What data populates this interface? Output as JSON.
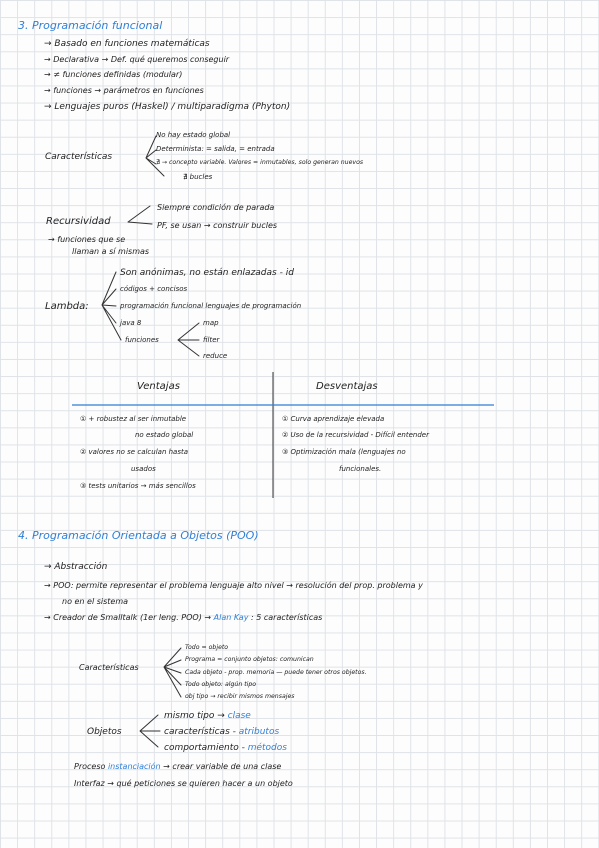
{
  "section3": {
    "title": "3. Programación funcional",
    "bullets": [
      "→ Basado en funciones matemáticas",
      "→ Declarativa → Def. qué queremos conseguir",
      "→ ≠ funciones definidas (modular)",
      "→ funciones → parámetros en funciones",
      "→ Lenguajes puros (Haskel) / multiparadigma (Phyton)"
    ],
    "caracteristicas": {
      "label": "Características",
      "items": [
        "No hay estado global",
        "Determinista: = salida, = entrada",
        "∄ → concepto variable. Valores = inmutables, solo generan nuevos",
        "∄ bucles"
      ]
    },
    "recursividad": {
      "label": "Recursividad",
      "items": [
        "Siempre condición de parada",
        "PF, se usan → construir bucles"
      ],
      "note_line1": "→ funciones que se",
      "note_line2": "llaman a sí mismas"
    },
    "lambda": {
      "label": "Lambda:",
      "items": [
        "Son anónimas, no están enlazadas - id",
        "códigos + concisos",
        "programación funcional lenguajes de programación",
        "java 8",
        "funciones"
      ],
      "funcs": [
        "map",
        "filter",
        "reduce"
      ]
    },
    "table": {
      "ventajas_header": "Ventajas",
      "desventajas_header": "Desventajas",
      "ventajas": [
        "① + robustez al ser inmutable",
        "no estado global",
        "② valores no se calculan hasta",
        "usados",
        "③ tests unitarios → más sencillos"
      ],
      "desventajas": [
        "① Curva aprendizaje elevada",
        "② Uso de la recursividad - Difícil entender",
        "③ Optimización mala (lenguajes no",
        "funcionales."
      ]
    }
  },
  "section4": {
    "title": "4. Programación Orientada a Objetos (POO)",
    "bullets": [
      "→ Abstracción",
      "→ POO: permite representar el problema lenguaje alto nivel → resolución del prop. problema y",
      "no en el sistema"
    ],
    "creador": {
      "prefix": "→ Creador de Smalltalk (1er leng. POO) →",
      "name": "Alan Kay",
      "suffix": ": 5 características"
    },
    "caracteristicas": {
      "label": "Características",
      "items": [
        "Todo = objeto",
        "Programa = conjunto objetos: comunican",
        "Cada objeto - prop. memoria — puede tener otros objetos.",
        "Todo objeto: algún tipo",
        "obj tipo → recibir mismos mensajes"
      ]
    },
    "objetos": {
      "label": "Objetos",
      "line1": "mismo tipo →",
      "line1_blue": "clase",
      "line2": "características -",
      "line2_blue": "atributos",
      "line3": "comportamiento -",
      "line3_blue": "métodos"
    },
    "proceso": {
      "prefix": "Proceso",
      "blue": "instanciación",
      "suffix": "→ crear variable de una clase"
    },
    "interfaz": "Interfaz → qué peticiones se quieren hacer a un objeto"
  },
  "colors": {
    "accent": "#2f7fd6",
    "ink": "#222222",
    "grid": "#dfe3e8"
  }
}
